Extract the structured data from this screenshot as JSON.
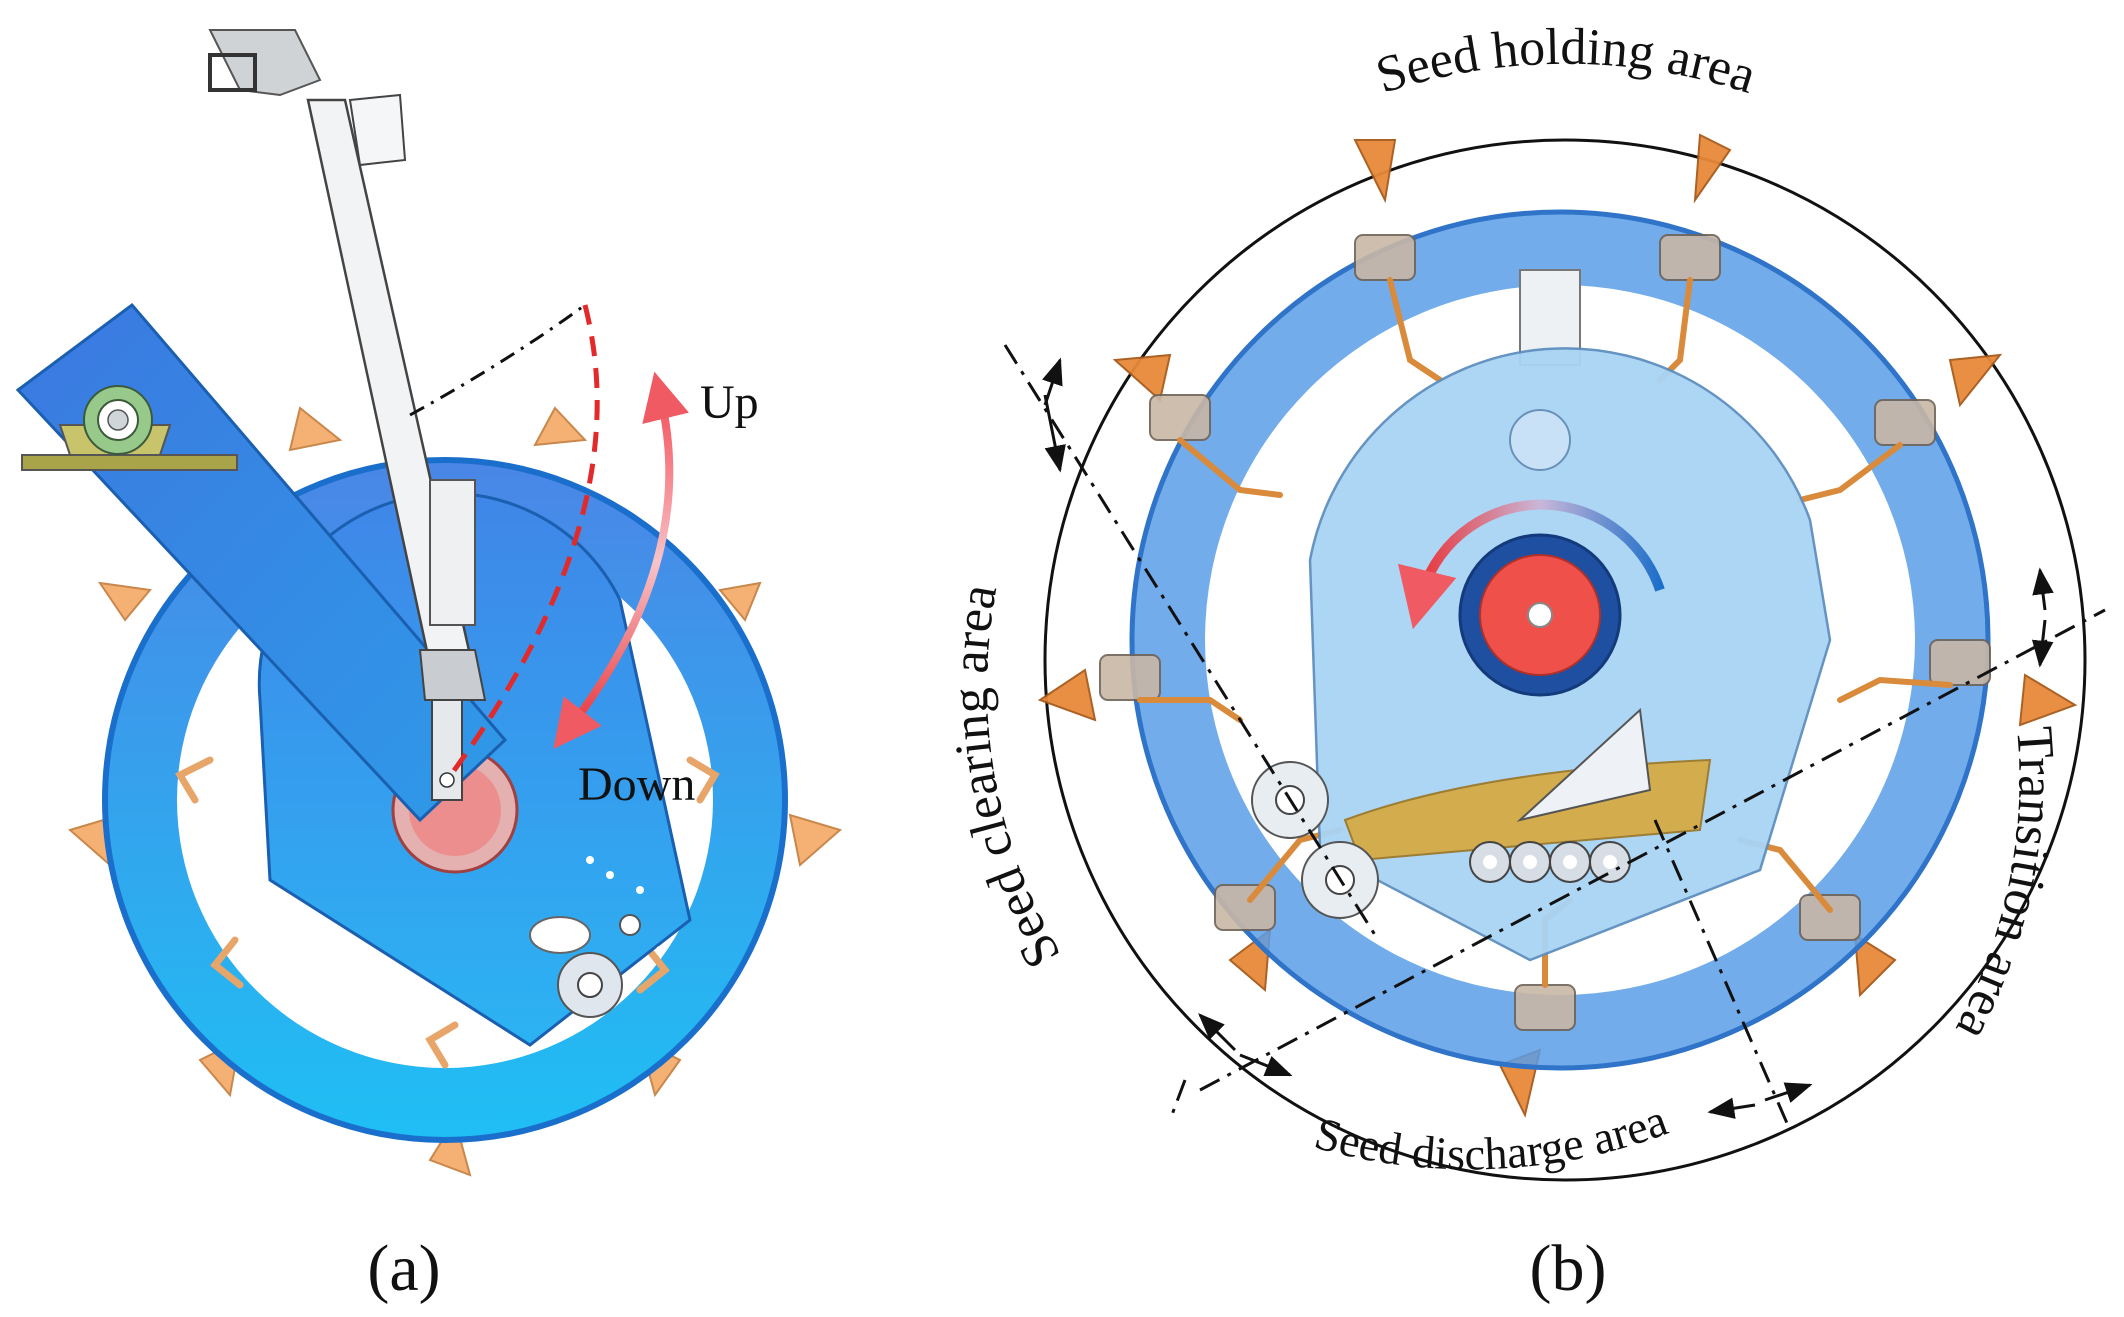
{
  "panel_a": {
    "caption": "(a)",
    "up_label": "Up",
    "down_label": "Down"
  },
  "panel_b": {
    "caption": "(b)",
    "zones": {
      "holding": "Seed holding area",
      "transition": "Transition area",
      "discharge": "Seed discharge area",
      "clearing": "Seed clearing area"
    }
  },
  "colors": {
    "wheel_blue": "#3a8ee6",
    "wheel_light": "#2fb8f2",
    "cap_light": "#a9d4f5",
    "claw_orange": "#f0a858",
    "hub_red": "#f0504a",
    "arrow_red": "#e8353a",
    "arrow_blue": "#1e6fc9",
    "seed_gold": "#d8a83c"
  }
}
